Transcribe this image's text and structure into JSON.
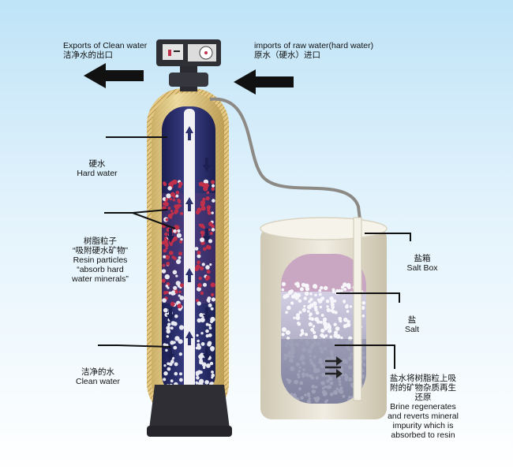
{
  "outlet": {
    "en": "Exports of Clean water",
    "zh": "洁净水的出口"
  },
  "inlet": {
    "en": "imports of raw water(hard water)",
    "zh": "原水（硬水）进口"
  },
  "hard_water": {
    "zh": "硬水",
    "en": "Hard water"
  },
  "resin": {
    "zh1": "树脂粒子",
    "zh2": "“吸附硬水矿物”",
    "en1": "Resin particles",
    "en2": "“absorb hard",
    "en3": "water minerals”"
  },
  "clean_water": {
    "zh": "洁净的水",
    "en": "Clean water"
  },
  "salt_box": {
    "zh": "盐箱",
    "en": "Salt Box"
  },
  "salt": {
    "zh": "盐",
    "en": "Salt"
  },
  "brine": {
    "zh1": "盐水将树脂粒上吸",
    "zh2": "附的矿物杂质再生",
    "zh3": "还原",
    "en1": "Brine regenerates",
    "en2": "and reverts mineral",
    "en3": "impurity which is",
    "en4": "absorbed to resin"
  },
  "colors": {
    "tank_shell": "#e6cf8e",
    "tank_inner": "#2b2f6e",
    "resin_red": "#c0304a",
    "base": "#2e2e34",
    "brine_tank": "#e9e4d4",
    "arrow": "#111111"
  },
  "icons": {
    "outlet_arrow": "arrow-left-icon",
    "inlet_arrow": "arrow-left-icon",
    "flow_arrows": "flow-arrow-icon"
  }
}
